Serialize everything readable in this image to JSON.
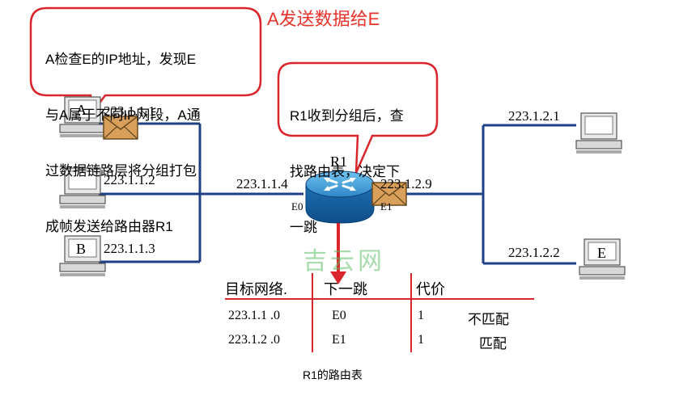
{
  "title": "A发送数据给E",
  "bubbles": {
    "left": [
      "A检查E的IP地址，发现E",
      "与A属于不同IP网段，A通",
      "过数据链路层将分组打包",
      "成帧发送给路由器R1"
    ],
    "router": [
      "R1收到分组后，查",
      "找路由表，决定下",
      "一跳"
    ]
  },
  "hosts": {
    "a_label": "A",
    "a_ip": "223.1.1.1",
    "h2_ip": "223.1.1.2",
    "b_label": "B",
    "b_ip": "223.1.1.3",
    "r1_ip": "223.1.2.1",
    "e_label": "E",
    "e_ip": "223.1.2.2"
  },
  "router": {
    "name": "R1",
    "left_ip": "223.1.1.4",
    "right_ip": "223.1.2.9",
    "left_port": "E0",
    "right_port": "E1"
  },
  "routing_table": {
    "headers": [
      "目标网络.",
      "下一跳",
      "代价"
    ],
    "rows": [
      {
        "network": "223.1.1 .0",
        "next_hop": "E0",
        "cost": "1",
        "match": "不匹配"
      },
      {
        "network": "223.1.2 .0",
        "next_hop": "E1",
        "cost": "1",
        "match": "匹配"
      }
    ],
    "caption": "R1的路由表"
  },
  "watermark": "吉云网",
  "colors": {
    "network_line": "#1f3f86",
    "bubble_border": "#d9252b",
    "red_line": "#d9252b",
    "title": "#e8332a"
  }
}
